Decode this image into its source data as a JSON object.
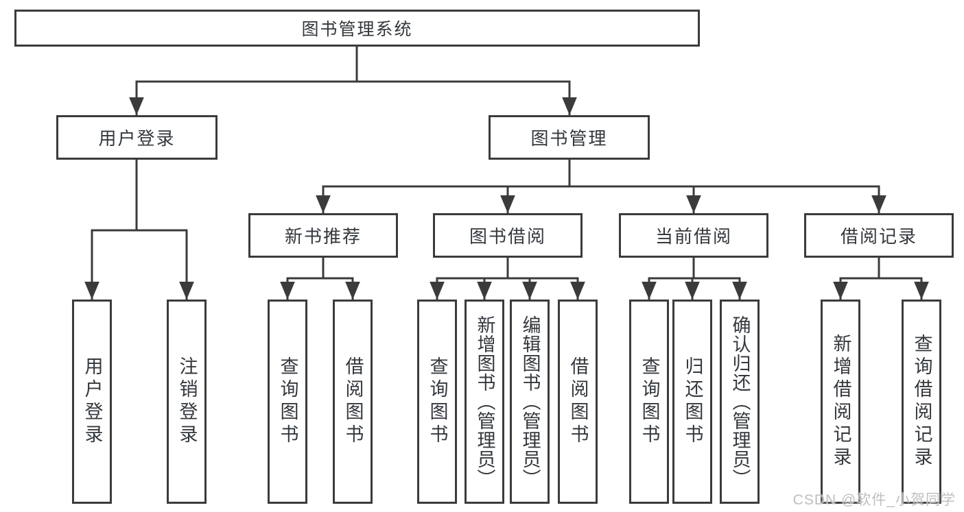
{
  "colors": {
    "line": "#3b3b3b",
    "box_border": "#3b3b3b",
    "box_fill": "#ffffff",
    "text": "#33383d",
    "watermark": "#bfbfbf"
  },
  "watermark": {
    "text": "CSDN @软件_小贺同学"
  },
  "tree": {
    "root": {
      "label": "图书管理系统"
    },
    "branches": [
      {
        "label": "用户登录",
        "leaves": [
          {
            "label": "用户登录"
          },
          {
            "label": "注销登录"
          }
        ]
      },
      {
        "label": "图书管理",
        "groups": [
          {
            "label": "新书推荐",
            "leaves": [
              {
                "label": "查询图书"
              },
              {
                "label": "借阅图书"
              }
            ]
          },
          {
            "label": "图书借阅",
            "leaves": [
              {
                "label": "查询图书"
              },
              {
                "label": "新增图书（管理员）"
              },
              {
                "label": "编辑图书（管理员）"
              },
              {
                "label": "借阅图书"
              }
            ]
          },
          {
            "label": "当前借阅",
            "leaves": [
              {
                "label": "查询图书"
              },
              {
                "label": "归还图书"
              },
              {
                "label": "确认归还（管理员）"
              }
            ]
          },
          {
            "label": "借阅记录",
            "leaves": [
              {
                "label": "新增借阅记录"
              },
              {
                "label": "查询借阅记录"
              }
            ]
          }
        ]
      }
    ]
  }
}
